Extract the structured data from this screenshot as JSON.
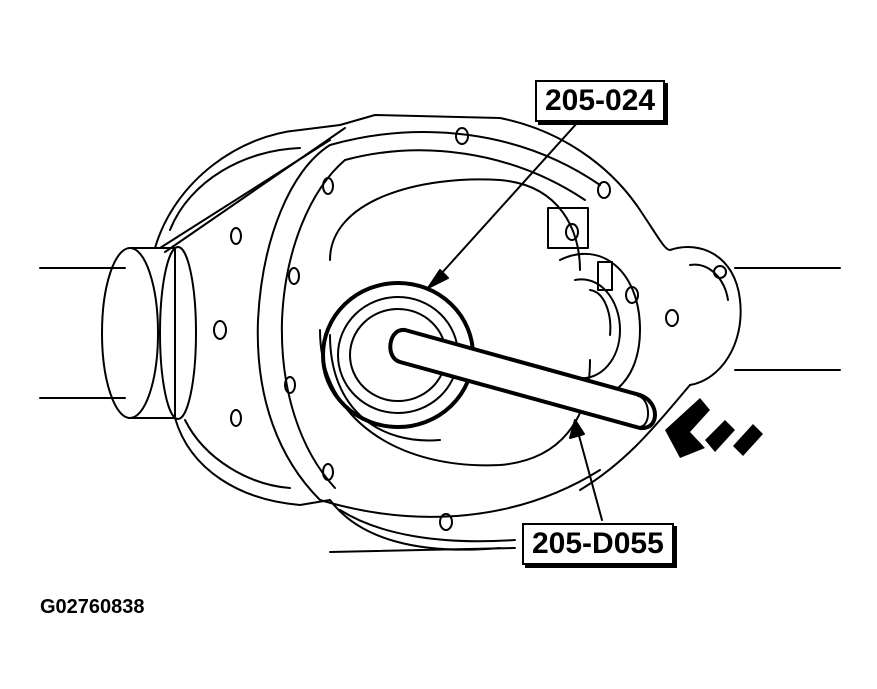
{
  "labels": {
    "tool_top": "205-024",
    "tool_bottom": "205-D055"
  },
  "figure_id": "G02760838",
  "colors": {
    "ink": "#000000",
    "paper": "#ffffff"
  }
}
